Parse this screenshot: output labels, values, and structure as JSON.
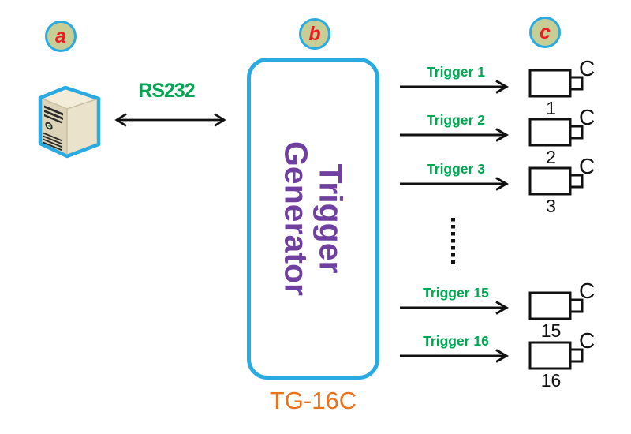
{
  "markers": {
    "a": "a",
    "b": "b",
    "c": "c"
  },
  "link": {
    "label": "RS232"
  },
  "generator": {
    "line1": "Trigger",
    "line2": "Generator",
    "model": "TG-16C"
  },
  "triggers": [
    {
      "label": "Trigger 1",
      "camera": {
        "number": "1",
        "mount": "C"
      }
    },
    {
      "label": "Trigger 2",
      "camera": {
        "number": "2",
        "mount": "C"
      }
    },
    {
      "label": "Trigger 3",
      "camera": {
        "number": "3",
        "mount": "C"
      }
    },
    {
      "label": "Trigger 15",
      "camera": {
        "number": "15",
        "mount": "C"
      }
    },
    {
      "label": "Trigger 16",
      "camera": {
        "number": "16",
        "mount": "C"
      }
    }
  ],
  "colors": {
    "accent_cyan": "#29ABE2",
    "green": "#00A651",
    "purple": "#7040A0",
    "orange": "#E8731B",
    "red": "#ED1C24",
    "marker_fill": "#C6CE96"
  }
}
